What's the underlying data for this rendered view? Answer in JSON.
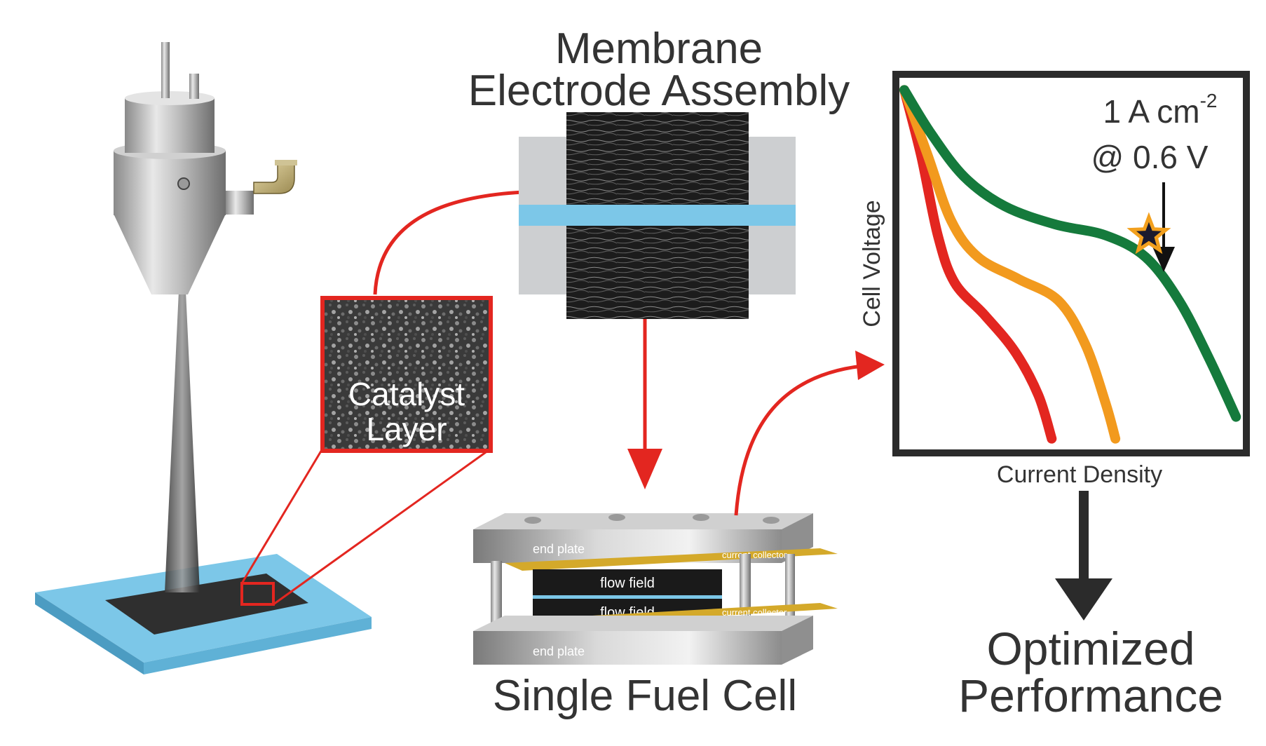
{
  "mea": {
    "title_line1": "Membrane",
    "title_line2": "Electrode Assembly"
  },
  "catalyst": {
    "line1": "Catalyst",
    "line2": "Layer"
  },
  "fuel_cell": {
    "title": "Single Fuel Cell",
    "end_plate_top": "end plate",
    "end_plate_bottom": "end plate",
    "flow_field_top": "flow field",
    "flow_field_bottom": "flow field",
    "current_collector_top": "current collector",
    "current_collector_bottom": "current collector"
  },
  "result": {
    "line1": "Optimized",
    "line2": "Performance"
  },
  "chart_data": {
    "type": "line",
    "xlabel": "Current Density",
    "ylabel": "Cell Voltage",
    "x_range": [
      0,
      1
    ],
    "y_range": [
      0,
      1
    ],
    "series": [
      {
        "color": "#e32620",
        "points": [
          [
            0,
            0.98
          ],
          [
            0.05,
            0.8
          ],
          [
            0.1,
            0.58
          ],
          [
            0.15,
            0.45
          ],
          [
            0.24,
            0.36
          ],
          [
            0.33,
            0.26
          ],
          [
            0.4,
            0.14
          ],
          [
            0.44,
            0.02
          ]
        ]
      },
      {
        "color": "#f29a1e",
        "points": [
          [
            0,
            0.98
          ],
          [
            0.07,
            0.8
          ],
          [
            0.14,
            0.62
          ],
          [
            0.22,
            0.52
          ],
          [
            0.34,
            0.46
          ],
          [
            0.46,
            0.4
          ],
          [
            0.54,
            0.28
          ],
          [
            0.6,
            0.12
          ],
          [
            0.63,
            0.02
          ]
        ]
      },
      {
        "color": "#157a3c",
        "points": [
          [
            0,
            0.98
          ],
          [
            0.08,
            0.86
          ],
          [
            0.18,
            0.74
          ],
          [
            0.3,
            0.66
          ],
          [
            0.45,
            0.61
          ],
          [
            0.6,
            0.58
          ],
          [
            0.72,
            0.52
          ],
          [
            0.82,
            0.4
          ],
          [
            0.91,
            0.24
          ],
          [
            0.99,
            0.08
          ]
        ]
      }
    ],
    "annotation": {
      "line1": "1 A cm",
      "superscript": "-2",
      "line2": "@ 0.6 V",
      "point": [
        0.73,
        0.58
      ],
      "marker_color": "#1a1a2e",
      "marker_edge": "#f2a01e"
    }
  },
  "colors": {
    "arrow": "#e32620",
    "substrate": "#7cc7e8",
    "membrane": "#7cc7e8",
    "collector": "#d4a92a",
    "dark_arrow": "#2b2b2b"
  }
}
